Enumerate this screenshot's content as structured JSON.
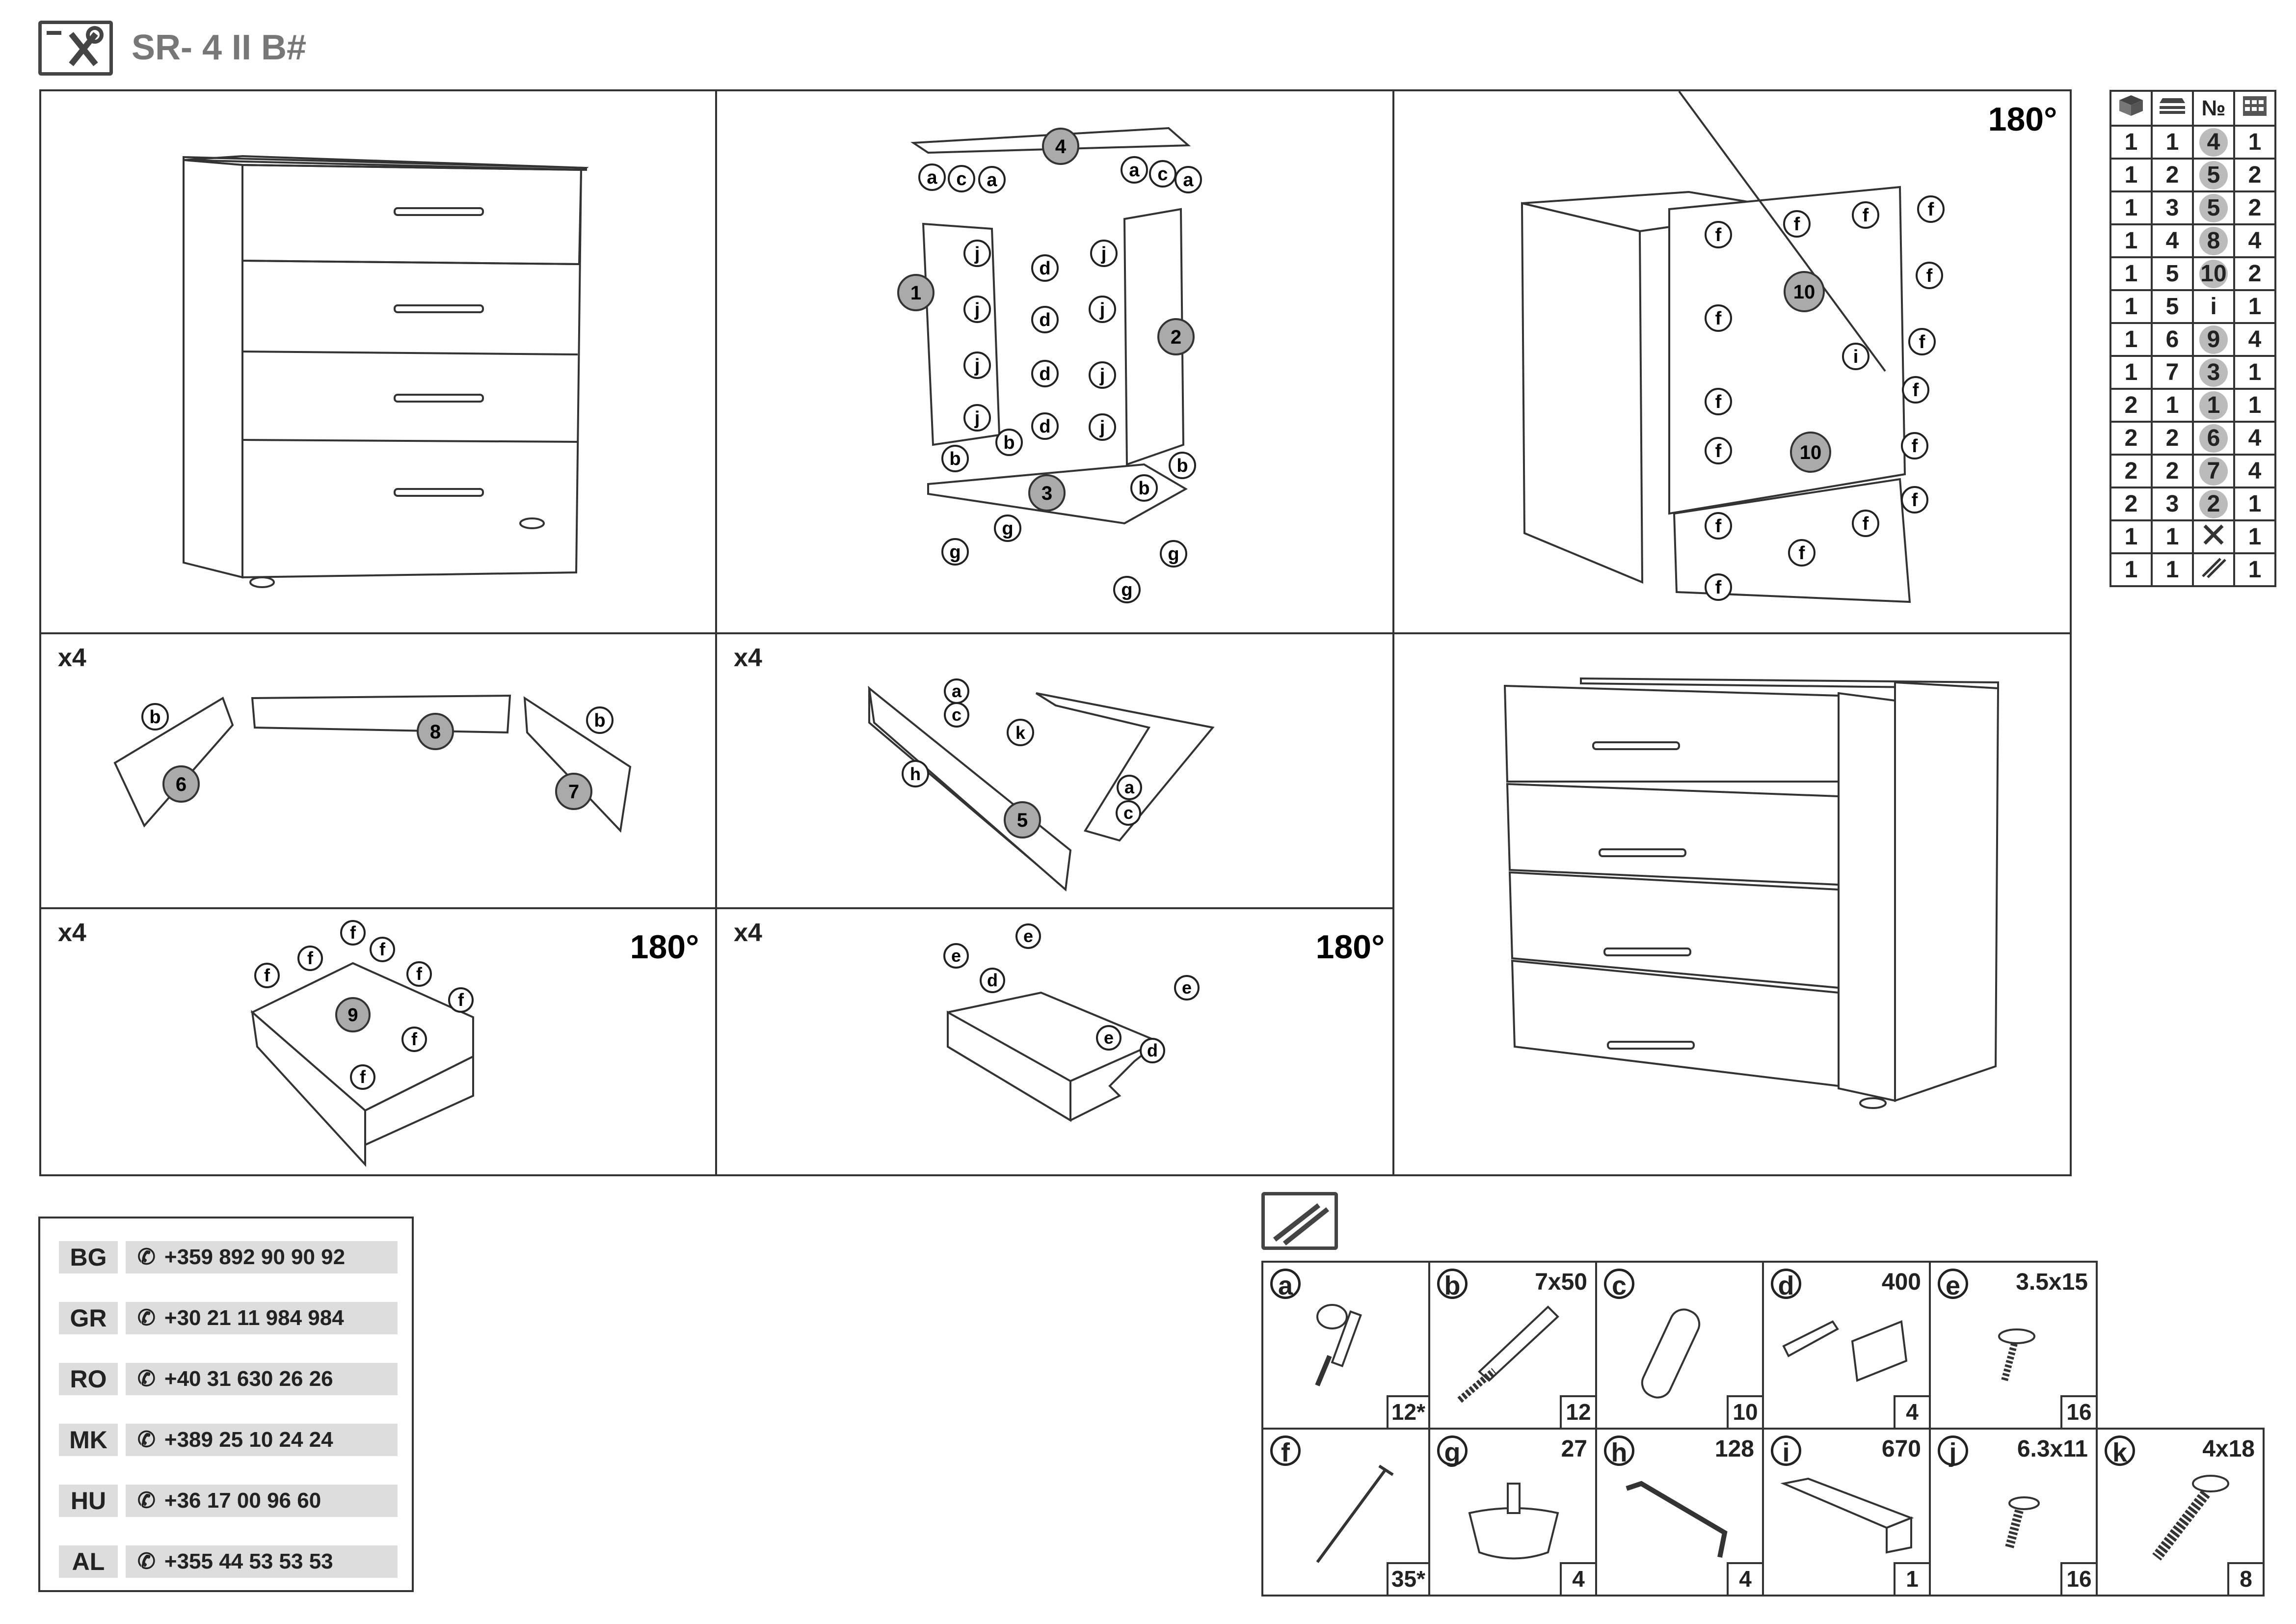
{
  "header": {
    "title": "SR- 4 II B#"
  },
  "steps": {
    "multiplier": "x4",
    "rotate_label": "180°"
  },
  "parts_table": {
    "rows": [
      [
        "1",
        "1",
        "4",
        "1"
      ],
      [
        "1",
        "2",
        "5",
        "2"
      ],
      [
        "1",
        "3",
        "5",
        "2"
      ],
      [
        "1",
        "4",
        "8",
        "4"
      ],
      [
        "1",
        "5",
        "10",
        "2"
      ],
      [
        "1",
        "5",
        "i",
        "1"
      ],
      [
        "1",
        "6",
        "9",
        "4"
      ],
      [
        "1",
        "7",
        "3",
        "1"
      ],
      [
        "2",
        "1",
        "1",
        "1"
      ],
      [
        "2",
        "2",
        "6",
        "4"
      ],
      [
        "2",
        "2",
        "7",
        "4"
      ],
      [
        "2",
        "3",
        "2",
        "1"
      ],
      [
        "1",
        "1",
        "",
        "1"
      ],
      [
        "1",
        "1",
        "",
        "1"
      ]
    ],
    "header_icons": [
      "box-icon",
      "layers-icon",
      "No-icon",
      "calendar-grid-icon"
    ],
    "header_no": "№"
  },
  "contacts": [
    {
      "code": "BG",
      "phone": "+359 892 90 90 92"
    },
    {
      "code": "GR",
      "phone": "+30 21 11 984 984"
    },
    {
      "code": "RO",
      "phone": "+40 31 630 26 26"
    },
    {
      "code": "MK",
      "phone": "+389 25 10 24 24"
    },
    {
      "code": "HU",
      "phone": "+36 17 00 96 60"
    },
    {
      "code": "AL",
      "phone": "+355 44 53 53 53"
    }
  ],
  "hardware": [
    {
      "letter": "a",
      "size": "",
      "qty": "12*"
    },
    {
      "letter": "b",
      "size": "7x50",
      "qty": "12"
    },
    {
      "letter": "c",
      "size": "",
      "qty": "10"
    },
    {
      "letter": "d",
      "size": "400",
      "qty": "4"
    },
    {
      "letter": "e",
      "size": "3.5x15",
      "qty": "16"
    },
    {
      "letter": "f",
      "size": "",
      "qty": "35*"
    },
    {
      "letter": "g",
      "size": "27",
      "qty": "4"
    },
    {
      "letter": "h",
      "size": "128",
      "qty": "4"
    },
    {
      "letter": "i",
      "size": "670",
      "qty": "1"
    },
    {
      "letter": "j",
      "size": "6.3x11",
      "qty": "16"
    },
    {
      "letter": "k",
      "size": "4x18",
      "qty": "8"
    }
  ],
  "labels": {
    "p1": "1",
    "p2": "2",
    "p3": "3",
    "p4": "4",
    "p5": "5",
    "p6": "6",
    "p7": "7",
    "p8": "8",
    "p9": "9",
    "p10": "10",
    "a": "a",
    "b": "b",
    "c": "c",
    "d": "d",
    "e": "e",
    "f": "f",
    "g": "g",
    "h": "h",
    "i": "i",
    "j": "j",
    "k": "k"
  },
  "colors": {
    "line": "#333333",
    "part_fill": "#aaaaaa",
    "cell_fill": "#dddddd",
    "title": "#777777"
  }
}
